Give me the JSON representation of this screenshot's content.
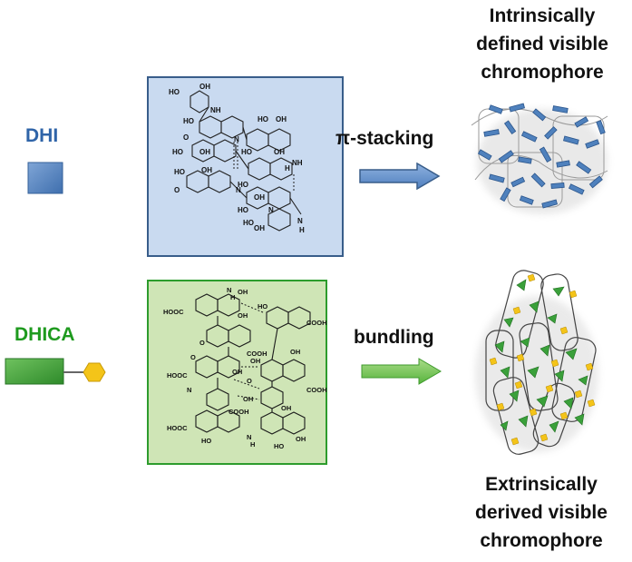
{
  "dhi": {
    "label": "DHI",
    "arrow_label": "π-stacking",
    "color": "#4f81bd",
    "panel_fill": "#c9daf0",
    "panel_stroke": "#385d8a",
    "chromophore_lines": [
      "Intrinsically",
      "defined visible",
      "chromophore"
    ]
  },
  "dhica": {
    "label": "DHICA",
    "arrow_label": "bundling",
    "color": "#3aa03a",
    "accent": "#f4c419",
    "panel_fill": "#cfe5b6",
    "panel_stroke": "#2d9c2d",
    "chromophore_lines": [
      "Extrinsically",
      "derived visible",
      "chromophore"
    ]
  },
  "structure_text": {
    "ho": "HO",
    "oh": "OH",
    "nh": "NH",
    "n": "N",
    "h": "H",
    "o": "O",
    "cooh": "COOH",
    "hooc": "HOOC"
  }
}
